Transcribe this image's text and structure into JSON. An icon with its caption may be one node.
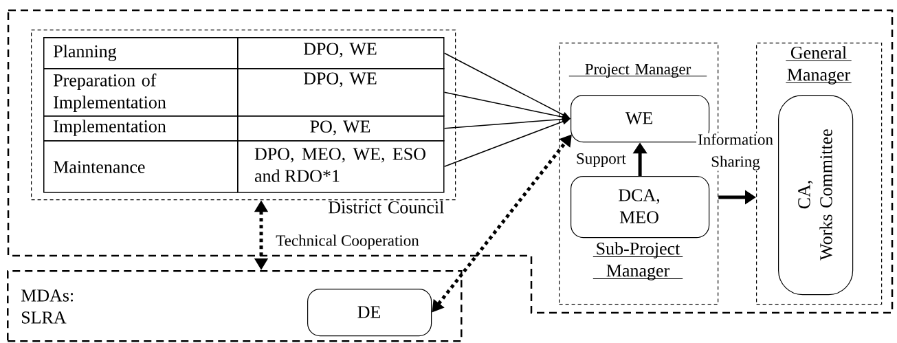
{
  "diagram": {
    "nodes": [
      {
        "text": [
          "District Council"
        ]
      },
      {
        "text": [
          "Planning"
        ],
        "in": 0
      },
      {
        "text": [
          "DPO, WE"
        ],
        "in": 0
      },
      {
        "text": [
          "Preparation of Implementation"
        ],
        "in": 0
      },
      {
        "text": [
          "DPO, WE"
        ],
        "in": 0
      },
      {
        "text": [
          "Implementation"
        ],
        "in": 0
      },
      {
        "text": [
          "PO, WE"
        ],
        "in": 0
      },
      {
        "text": [
          "Maintenance"
        ],
        "in": 0
      },
      {
        "text": [
          "DPO, MEO, WE, ESO and RDO*1"
        ],
        "in": 0
      },
      {
        "text": [
          "Project Manager",
          "Sub-Project Manager"
        ]
      },
      {
        "text": [
          "WE"
        ],
        "in": 9
      },
      {
        "text": [
          "DCA, MEO"
        ],
        "in": 9
      },
      {
        "text": [
          "General Manager"
        ]
      },
      {
        "text": [
          "CA, Works Committee"
        ],
        "in": 12
      },
      {
        "text": [
          "MDAs: SLRA"
        ]
      },
      {
        "text": [
          "DE"
        ],
        "in": 14
      }
    ],
    "edges": [
      {
        "from": 2,
        "to": 10,
        "arrow": "to"
      },
      {
        "from": 4,
        "to": 10,
        "arrow": "to"
      },
      {
        "from": 6,
        "to": 10,
        "arrow": "to"
      },
      {
        "from": 8,
        "to": 10,
        "arrow": "to"
      },
      {
        "from": 11,
        "to": 10,
        "arrow": "to",
        "label": "Support",
        "style": "thick"
      },
      {
        "from": 9,
        "to": 12,
        "arrow": "to",
        "label": "Information Sharing",
        "style": "thick"
      },
      {
        "from": 15,
        "to": 10,
        "arrow": "both",
        "style": "dashed"
      },
      {
        "from": 0,
        "to": 14,
        "arrow": "both",
        "label": "Technical Cooperation",
        "style": "dashed"
      }
    ]
  }
}
